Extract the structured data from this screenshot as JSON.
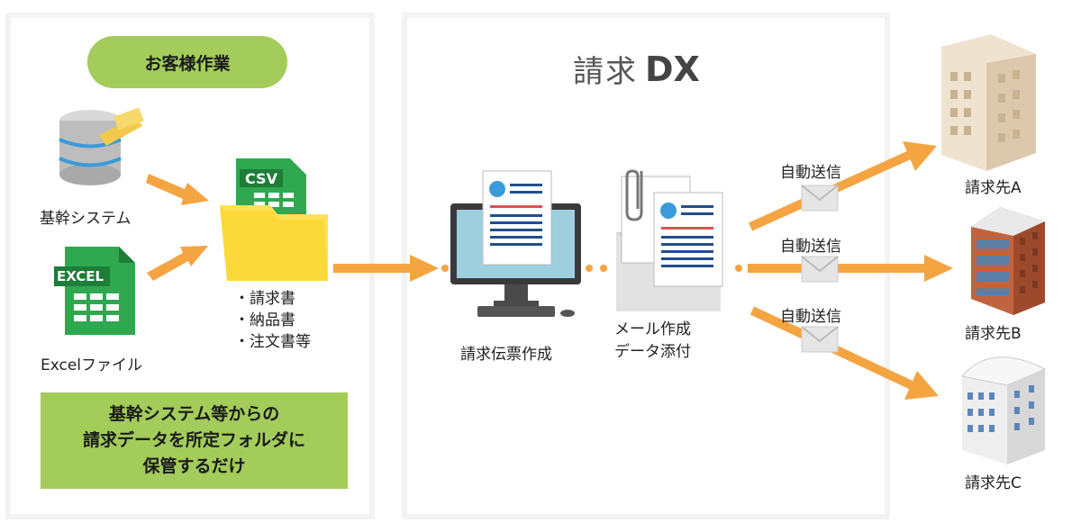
{
  "customer_panel": {
    "header": "お客様作業",
    "sources": [
      {
        "label": "基幹システム",
        "icon": "database-icon"
      },
      {
        "label": "Excelファイル",
        "icon": "excel-file-icon",
        "badge": "EXCEL"
      }
    ],
    "folder": {
      "icon": "csv-folder-icon",
      "badge": "CSV",
      "documents": [
        "・請求書",
        "・納品書",
        "・注文書等"
      ]
    },
    "note_lines": [
      "基幹システム等からの",
      "請求データを所定フォルダに",
      "保管するだけ"
    ]
  },
  "service_panel": {
    "title_jp": "請求",
    "title_dx": "DX",
    "steps": [
      {
        "label_lines": [
          "請求伝票作成"
        ],
        "icon": "monitor-invoice-icon"
      },
      {
        "label_lines": [
          "メール作成",
          "データ添付"
        ],
        "icon": "mail-attachment-icon"
      }
    ]
  },
  "delivery": {
    "action_label": "自動送信",
    "recipients": [
      {
        "label": "請求先A",
        "icon": "building-a-icon"
      },
      {
        "label": "請求先B",
        "icon": "building-b-icon"
      },
      {
        "label": "請求先C",
        "icon": "building-c-icon"
      }
    ]
  },
  "colors": {
    "accent_green": "#a3cc5a",
    "arrow_orange": "#f5a442",
    "panel_border": "#f3f3f3",
    "excel_green": "#2fa84f"
  }
}
